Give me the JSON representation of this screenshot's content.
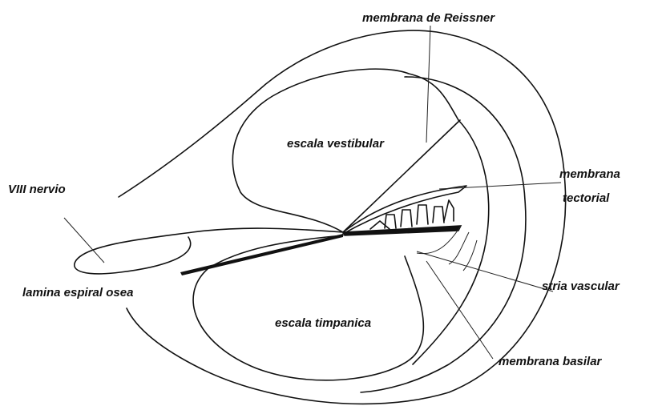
{
  "labels": {
    "reissner": "membrana de Reissner",
    "vestibular": "escala vestibular",
    "tectorial_1": "membrana",
    "tectorial_2": "tectorial",
    "nervio": "VIII nervio",
    "lamina": "lamina espiral osea",
    "timpanica": "escala timpanica",
    "stria": "stria vascular",
    "basilar": "membrana basilar"
  },
  "colors": {
    "ink": "#111111",
    "background": "#ffffff"
  }
}
